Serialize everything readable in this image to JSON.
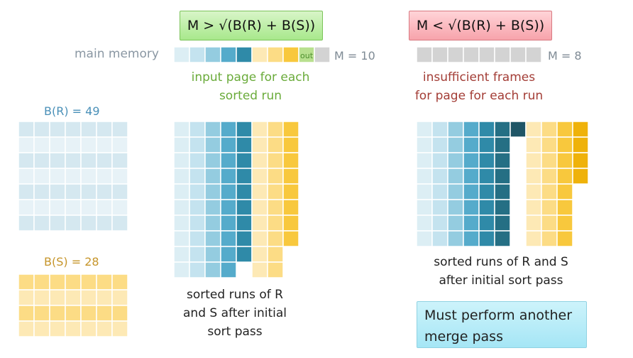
{
  "left_condition": "M > √(B(R) + B(S))",
  "right_condition": "M < √(B(R) + B(S))",
  "main_memory_label": "main memory",
  "out_label": "out",
  "m_left": "M = 10",
  "m_right": "M = 8",
  "input_page_label": [
    "input page for each",
    "sorted run"
  ],
  "insufficient_label": [
    "insufficient frames",
    "for page for each run"
  ],
  "br_label": "B(R) = 49",
  "bs_label": "B(S) = 28",
  "caption_left": [
    "sorted runs of R",
    "and S after initial",
    "sort pass"
  ],
  "caption_right": [
    "sorted runs of R and S",
    "after initial sort pass"
  ],
  "note": "Must perform another merge pass",
  "colors": {
    "blue_shades": [
      "#dceef4",
      "#c4e3ef",
      "#94cce0",
      "#55abcb",
      "#2f8aa8",
      "#256f84",
      "#1f5566"
    ],
    "gold_shades": [
      "#fde9b5",
      "#fcdc85",
      "#f8c83d",
      "#efb20a"
    ],
    "gray": "#d3d3d3",
    "out_green": "#b8e08f"
  }
}
